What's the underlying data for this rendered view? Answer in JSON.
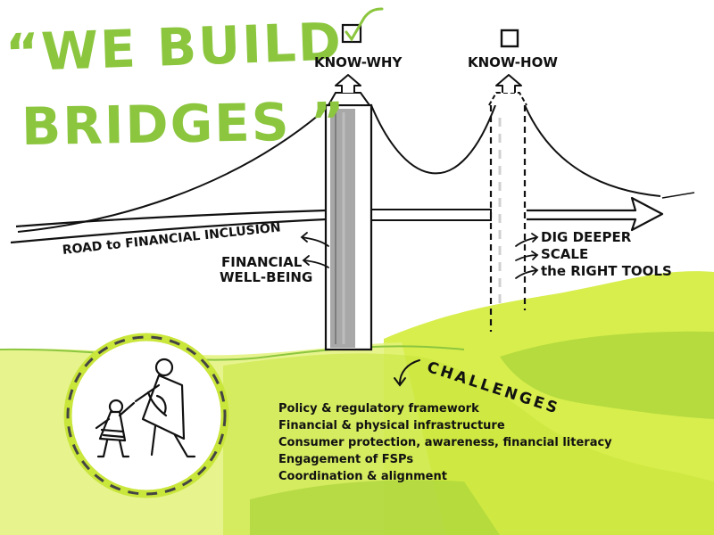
{
  "title": {
    "line1": "“WE BUILD",
    "line2": "BRIDGES ”"
  },
  "columns": {
    "left": {
      "label": "KNOW-WHY",
      "checked": true
    },
    "right": {
      "label": "KNOW-HOW",
      "checked": false
    }
  },
  "road_label": "ROAD to FINANCIAL INCLUSION",
  "wellbeing": {
    "line1": "FINANCIAL",
    "line2": "WELL-BEING"
  },
  "right_labels": [
    "DIG DEEPER",
    "SCALE",
    "the RIGHT TOOLS"
  ],
  "challenges": {
    "heading": "CHALLENGES",
    "items": [
      "Policy & regulatory framework",
      "Financial & physical infrastructure",
      "Consumer protection, awareness, financial literacy",
      "Engagement of FSPs",
      "Coordination & alignment"
    ]
  },
  "colors": {
    "accent_green": "#8cc63f",
    "light_green": "#d4ec3a",
    "ink": "#111111",
    "pillar_grey": "#a8a8a8"
  }
}
